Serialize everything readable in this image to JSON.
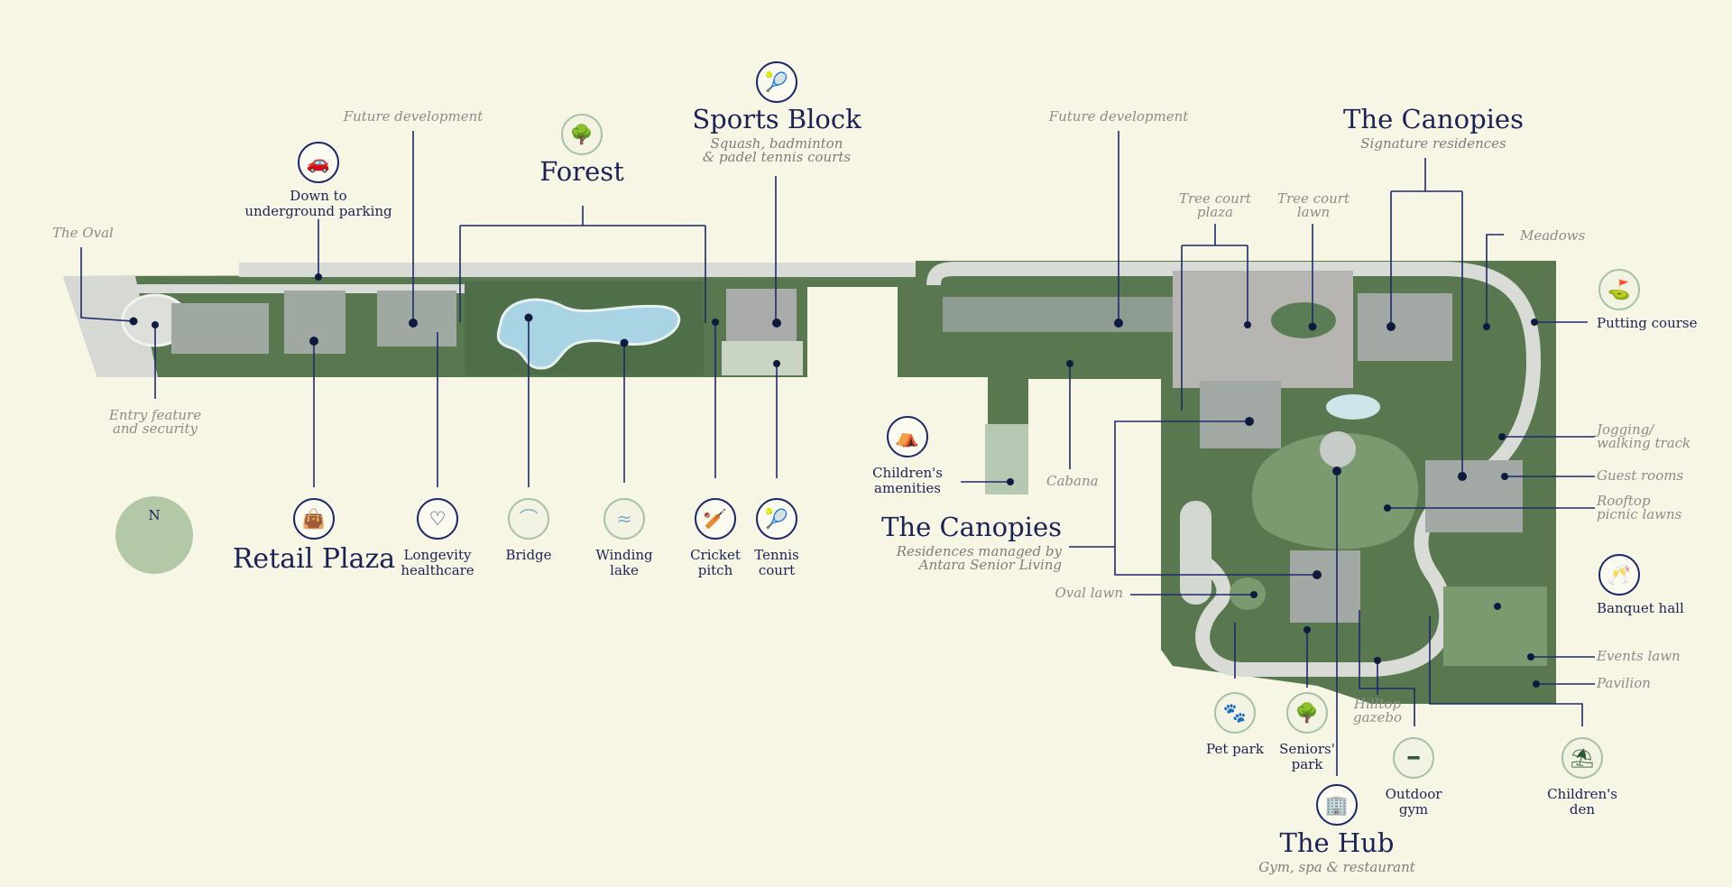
{
  "map": {
    "headlines": {
      "sports_block": {
        "title": "Sports Block",
        "sub1": "Squash, badminton",
        "sub2": "& padel tennis courts"
      },
      "forest": {
        "title": "Forest"
      },
      "canopies_top": {
        "title": "The Canopies",
        "sub": "Signature residences"
      },
      "canopies_mid": {
        "title": "The Canopies",
        "sub1": "Residences managed by",
        "sub2": "Antara Senior Living"
      },
      "hub": {
        "title": "The Hub",
        "sub": "Gym, spa & restaurant"
      },
      "retail_plaza": {
        "title": "Retail Plaza"
      }
    },
    "notes": {
      "future_dev_left": "Future development",
      "future_dev_right": "Future development",
      "the_oval": "The Oval",
      "entry1": "Entry feature",
      "entry2": "and security",
      "tree_court_plaza1": "Tree court",
      "tree_court_plaza2": "plaza",
      "tree_court_lawn1": "Tree court",
      "tree_court_lawn2": "lawn",
      "meadows": "Meadows",
      "cabana": "Cabana",
      "oval_lawn": "Oval lawn",
      "jogging1": "Jogging/",
      "jogging2": "walking track",
      "guest_rooms": "Guest rooms",
      "rooftop1": "Rooftop",
      "rooftop2": "picnic lawns",
      "events_lawn": "Events lawn",
      "pavilion": "Pavilion",
      "hilltop1": "Hilltop",
      "hilltop2": "gazebo"
    },
    "amenities": {
      "parking1": "Down to",
      "parking2": "underground parking",
      "longevity1": "Longevity",
      "longevity2": "healthcare",
      "bridge": "Bridge",
      "winding1": "Winding",
      "winding2": "lake",
      "cricket1": "Cricket",
      "cricket2": "pitch",
      "tennis1": "Tennis",
      "tennis2": "court",
      "children_amen1": "Children's",
      "children_amen2": "amenities",
      "putting": "Putting course",
      "banquet": "Banquet hall",
      "pet_park": "Pet park",
      "seniors1": "Seniors'",
      "seniors2": "park",
      "outdoor1": "Outdoor",
      "outdoor2": "gym",
      "children_den1": "Children's",
      "children_den2": "den"
    },
    "compass": "N",
    "icons": {
      "car": "car-icon",
      "tennis_top": "tennis-racket-icon",
      "tree": "tree-icon",
      "shopping_bag": "shopping-bag-icon",
      "heart_stethoscope": "heart-stethoscope-icon",
      "bridge": "bridge-icon",
      "lake": "lake-icon",
      "cricket": "cricket-bat-icon",
      "tennis": "tennis-racket-icon",
      "playground": "playground-icon",
      "golf": "golf-icon",
      "champagne": "champagne-glasses-icon",
      "paw": "paw-icon",
      "bench": "park-bench-icon",
      "dumbbell": "dumbbell-icon",
      "slide": "slide-icon",
      "building": "building-icon"
    },
    "colors": {
      "background": "#f7f5e4",
      "ink": "#1b2257",
      "muted": "#8c8c8c",
      "site_green": "#58784f",
      "building": "#a3a9a5",
      "water": "#a8d4e4"
    }
  }
}
